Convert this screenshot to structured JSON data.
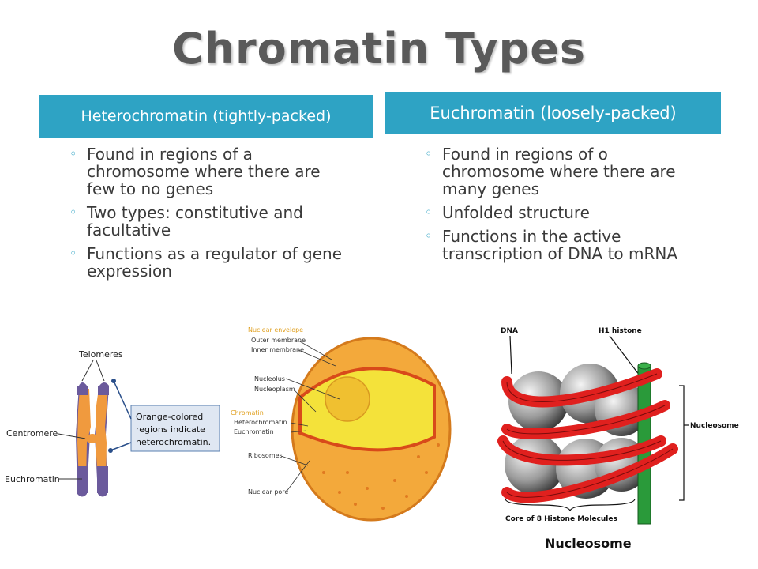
{
  "title": "Chromatin Types",
  "left": {
    "header": "Heterochromatin (tightly-packed)",
    "bullets": [
      "Found in regions of a chromosome where there are few to no genes",
      "Two types: constitutive and facultative",
      "Functions as a regulator of gene expression"
    ]
  },
  "right": {
    "header": "Euchromatin (loosely-packed)",
    "bullets": [
      "Found in regions of o chromosome where there are many genes",
      "Unfolded structure",
      "Functions in the active transcription of DNA to mRNA"
    ]
  },
  "chromosome_figure": {
    "telomeres": "Telomeres",
    "centromere": "Centromere",
    "euchromatin": "Euchromatin",
    "note_line1": "Orange-colored",
    "note_line2": "regions indicate",
    "note_line3": "heterochromatin."
  },
  "nucleus_figure": {
    "nuclear_envelope": "Nuclear envelope",
    "outer_membrane": "Outer membrane",
    "inner_membrane": "Inner membrane",
    "nucleolus": "Nucleolus",
    "nucleoplasm": "Nucleoplasm",
    "chromatin": "Chromatin",
    "heterochromatin": "Heterochromatin",
    "euchromatin": "Euchromatin",
    "ribosomes": "Ribosomes",
    "nuclear_pore": "Nuclear pore"
  },
  "nucleosome_figure": {
    "dna": "DNA",
    "h1_histone": "H1 histone",
    "nucleosome_label": "Nucleosome",
    "core_label": "Core of 8 Histone Molecules",
    "caption": "Nucleosome"
  },
  "colors": {
    "accent": "#2ea3c4",
    "title": "#5a5a5a",
    "orange": "#f09a3e",
    "purple": "#6b5a9c",
    "dna_red": "#e0201e",
    "histone_green": "#2a9a3a"
  }
}
